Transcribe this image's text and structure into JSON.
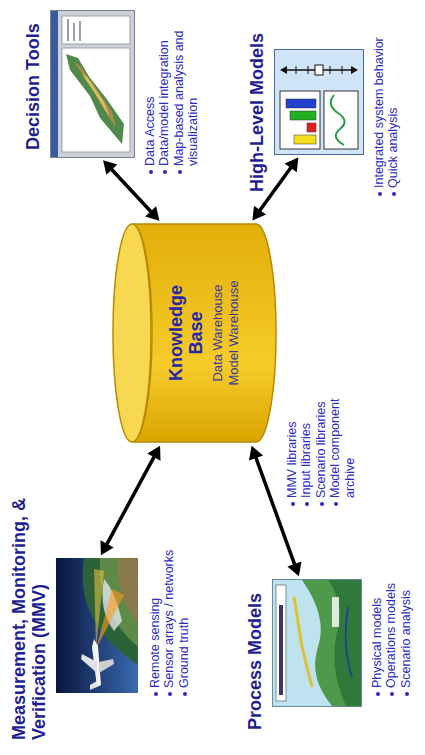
{
  "diagram": {
    "nodes": [
      {
        "text": [
          "Measurement, Monitoring, & Verification (MMV)",
          "Remote sensing",
          "Sensor arrays / networks",
          "Ground truth"
        ]
      },
      {
        "text": [
          "Decision Tools",
          "Data Access",
          "Data/model integration",
          "Map-based analysis and visualization"
        ]
      },
      {
        "text": [
          "Knowledge Base",
          "Data Warehouse",
          "Model Warehouse",
          "MMV libraries",
          "Input libraries",
          "Scenario libraries",
          "Model component archive"
        ]
      },
      {
        "text": [
          "Process Models",
          "Physical models",
          "Operations models",
          "Scenario analysis"
        ]
      },
      {
        "text": [
          "High-Level Models",
          "Integrated system behavior",
          "Quick analysis"
        ]
      }
    ],
    "edges": [
      {
        "from": 0,
        "to": 2,
        "arrow": "both"
      },
      {
        "from": 1,
        "to": 2,
        "arrow": "both"
      },
      {
        "from": 3,
        "to": 2,
        "arrow": "both"
      },
      {
        "from": 4,
        "to": 2,
        "arrow": "both"
      }
    ]
  }
}
